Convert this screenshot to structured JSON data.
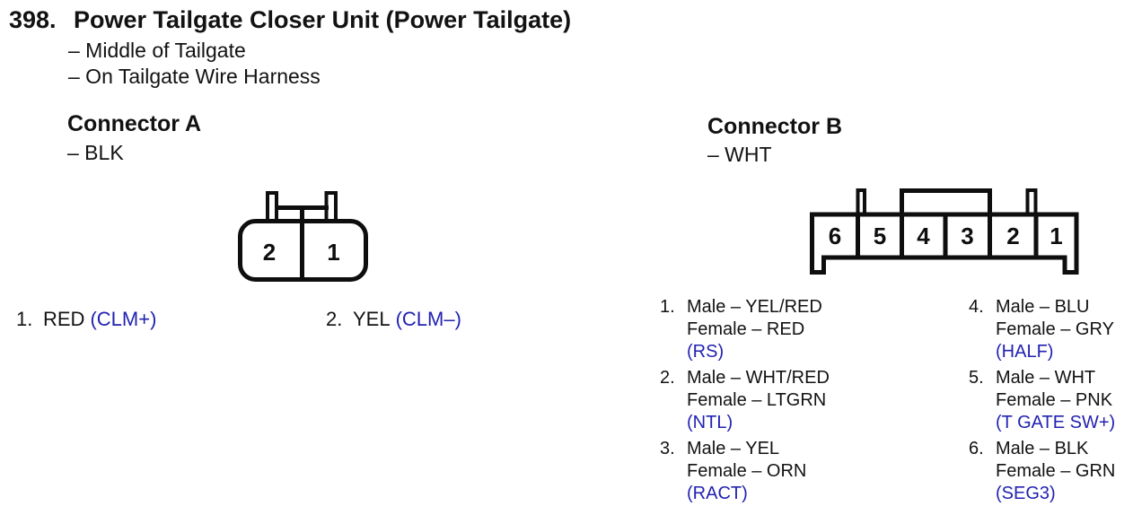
{
  "header": {
    "number": "398.",
    "title": "Power Tailgate Closer Unit (Power Tailgate)",
    "location_lines": [
      "– Middle of Tailgate",
      "– On Tailgate Wire Harness"
    ]
  },
  "colors": {
    "accent_blue": "#2222b2",
    "line_black": "#0e0e0e",
    "text": "#121212",
    "background": "#ffffff"
  },
  "connector_a": {
    "heading": "Connector A",
    "housing_color": "– BLK",
    "cavity_numbers": [
      "2",
      "1"
    ],
    "pins": [
      {
        "number": "1.",
        "wire": "RED",
        "signal": "(CLM+)"
      },
      {
        "number": "2.",
        "wire": "YEL",
        "signal": "(CLM–)"
      }
    ]
  },
  "connector_b": {
    "heading": "Connector B",
    "housing_color": "– WHT",
    "cavity_numbers": [
      "6",
      "5",
      "4",
      "3",
      "2",
      "1"
    ],
    "pins_left": [
      {
        "number": "1.",
        "male": "Male – YEL/RED",
        "female": "Female – RED",
        "signal": "(RS)"
      },
      {
        "number": "2.",
        "male": "Male – WHT/RED",
        "female": "Female – LTGRN",
        "signal": "(NTL)"
      },
      {
        "number": "3.",
        "male": "Male – YEL",
        "female": "Female – ORN",
        "signal": "(RACT)"
      }
    ],
    "pins_right": [
      {
        "number": "4.",
        "male": "Male – BLU",
        "female": "Female – GRY",
        "signal": "(HALF)"
      },
      {
        "number": "5.",
        "male": "Male – WHT",
        "female": "Female – PNK",
        "signal": "(T GATE SW+)"
      },
      {
        "number": "6.",
        "male": "Male – BLK",
        "female": "Female – GRN",
        "signal": "(SEG3)"
      }
    ]
  }
}
